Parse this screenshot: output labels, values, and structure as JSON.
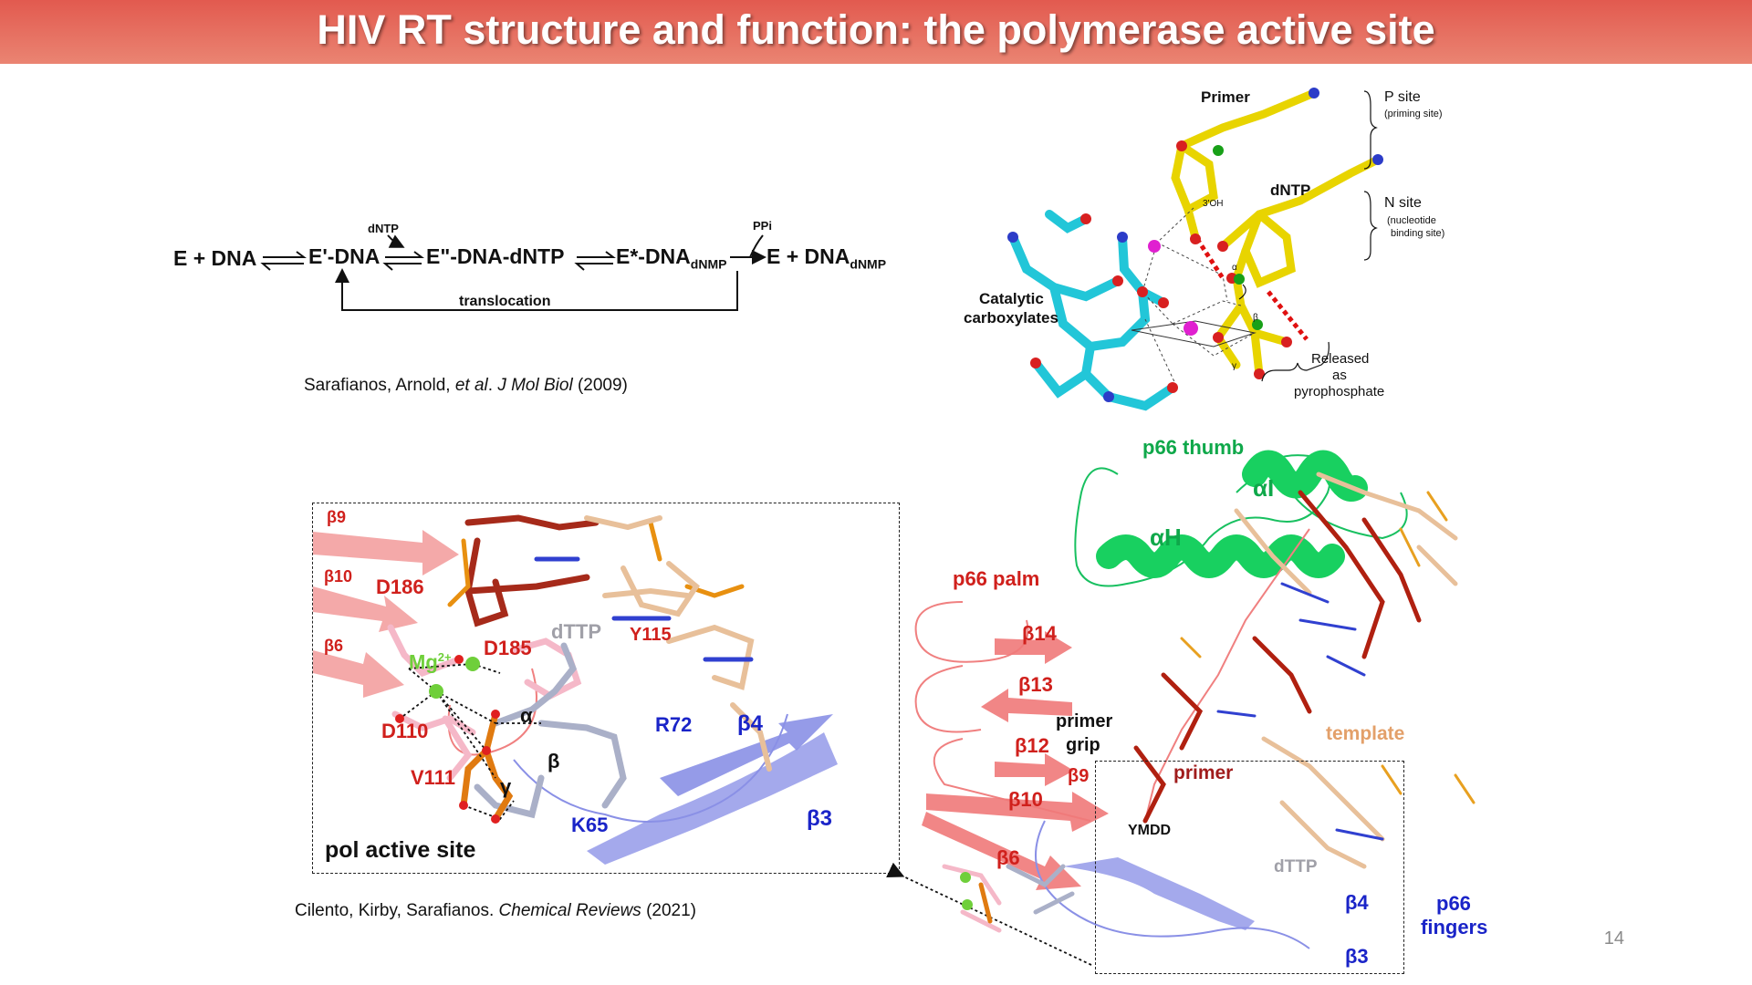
{
  "slide": {
    "title": "HIV RT structure and function: the polymerase active site",
    "page_number": "14"
  },
  "scheme": {
    "e_dna": "E + DNA",
    "e1_dna": "E'-DNA",
    "dntp": "dNTP",
    "e2_dna_dntp": "E\"-DNA-dNTP",
    "e3_dna": "E*-DNA",
    "sub_dnmp": "dNMP",
    "ppi": "PPi",
    "e_dna_final": "E + DNA",
    "sub_dnmp_final": "dNMP",
    "translocation": "translocation",
    "citation": {
      "authors": "Sarafianos, Arnold, ",
      "etal": "et al",
      "dot": ". ",
      "journal": "J Mol Biol",
      "year": " (2009)"
    }
  },
  "top_structure": {
    "primer": "Primer",
    "p_site": "P site",
    "p_site_sub": "(priming site)",
    "dntp": "dNTP",
    "n_site": "N site",
    "n_site_sub1": "(nucleotide",
    "n_site_sub2": "binding site)",
    "three_oh": "3'OH",
    "catalytic1": "Catalytic",
    "catalytic2": "carboxylates",
    "released1": "Released",
    "released2": "as",
    "released3": "pyrophosphate",
    "alpha": "α",
    "beta": "β",
    "gamma": "γ"
  },
  "active_site": {
    "b9": "β9",
    "b10": "β10",
    "b6": "β6",
    "d186": "D186",
    "d185": "D185",
    "mg": "Mg",
    "mg_sup": "2+",
    "dttp": "dTTP",
    "y115": "Y115",
    "d110": "D110",
    "v111": "V111",
    "alpha": "α",
    "beta": "β",
    "gamma": "γ",
    "r72": "R72",
    "b4": "β4",
    "b3": "β3",
    "k65": "K65",
    "box_label": "pol active site"
  },
  "overview": {
    "p66_thumb": "p66 thumb",
    "alpha_i": "αI",
    "alpha_h": "αH",
    "p66_palm": "p66 palm",
    "b14": "β14",
    "b13": "β13",
    "primer_grip1": "primer",
    "primer_grip2": "grip",
    "b12": "β12",
    "b9": "β9",
    "b10": "β10",
    "b6": "β6",
    "primer": "primer",
    "template": "template",
    "ymdd": "YMDD",
    "dttp": "dTTP",
    "b4": "β4",
    "b3": "β3",
    "fingers1": "p66",
    "fingers2": "fingers"
  },
  "citation2": {
    "authors": "Cilento, Kirby, Sarafianos. ",
    "journal": "Chemical Reviews",
    "year": " (2021)"
  },
  "colors": {
    "title_bg": "#e25a4f",
    "beta_red": "#d0201c",
    "blue": "#1a24c8",
    "green": "#0fa84a",
    "mg_green": "#6fcf3a",
    "template_tan": "#e3a06a",
    "primer_dark": "#a01c1c",
    "dttp_grey": "#a0a0a8"
  }
}
